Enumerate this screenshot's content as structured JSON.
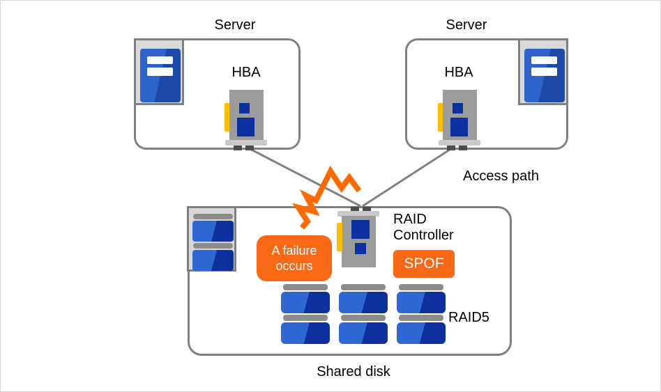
{
  "diagram": {
    "servers": [
      {
        "label": "Server",
        "hba_label": "HBA"
      },
      {
        "label": "Server",
        "hba_label": "HBA"
      }
    ],
    "access_path_label": "Access path",
    "shared_disk": {
      "label": "Shared disk",
      "raid_controller_line1": "RAID",
      "raid_controller_line2": "Controller",
      "spof_label": "SPOF",
      "raid5_label": "RAID5",
      "failure_line1": "A failure",
      "failure_line2": "occurs"
    },
    "icons": {
      "server_icon": "server-tower",
      "hba_icon": "expansion-card",
      "raid_controller_icon": "expansion-card-inverted",
      "disk_array_icon": "disk-array",
      "disk_icon": "disk-unit",
      "failure_bolt_icon": "lightning-bolt"
    },
    "colors": {
      "accent_orange": "#F96815",
      "bolt_orange": "#FF6A00",
      "border_gray": "#808080",
      "line_gray": "#808080",
      "card_gray": "#9C9C9C",
      "bracket_gray": "#C9C9C9",
      "pin_dark": "#4D4D4D",
      "icon_bg": "#D9D9D9",
      "cap_gray": "#8C8C8C",
      "tower_blue_light": "#2D63CB",
      "tower_blue_dark": "#1C4AA6",
      "disk_blue_light": "#2F68D3",
      "disk_blue_dark": "#0E309F",
      "chip_blue": "#0D30A0",
      "tab_yellow": "#FFC000",
      "canvas_border": "#D6D6D6",
      "text_black": "#000000"
    }
  }
}
